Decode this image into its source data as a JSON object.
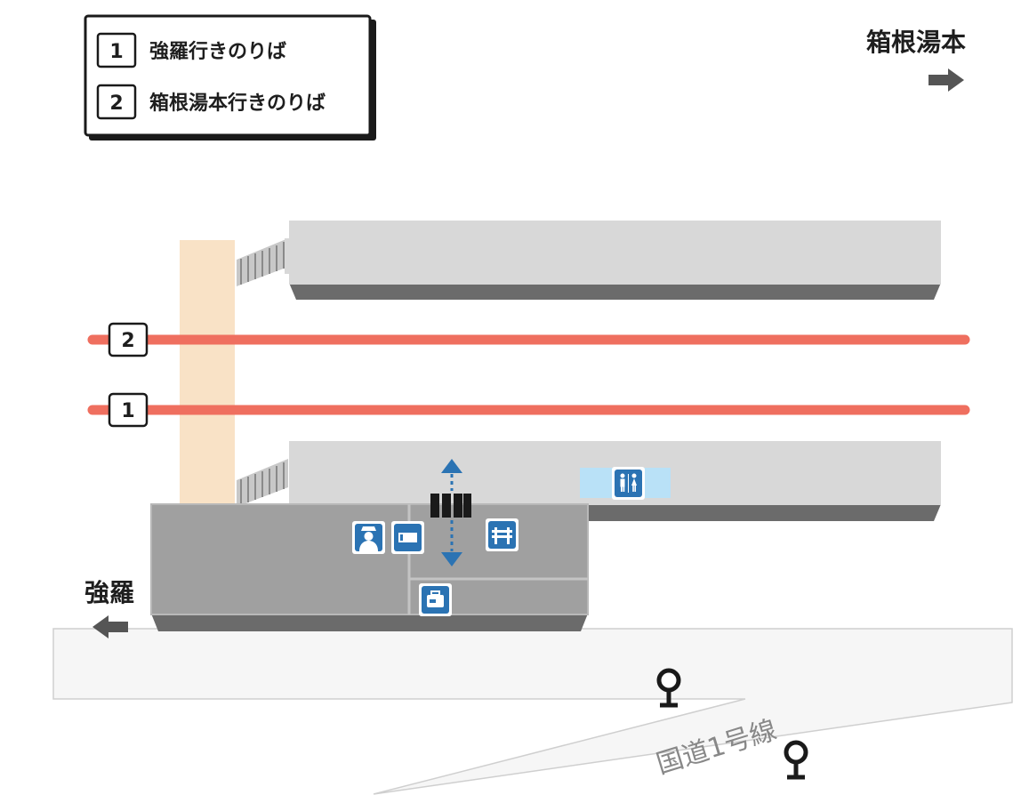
{
  "legend": {
    "items": [
      {
        "num": "1",
        "label": "強羅行きのりば"
      },
      {
        "num": "2",
        "label": "箱根湯本行きのりば"
      }
    ]
  },
  "directions": {
    "east": {
      "label": "箱根湯本"
    },
    "west": {
      "label": "強羅"
    }
  },
  "tracks": [
    {
      "num": "2"
    },
    {
      "num": "1"
    }
  ],
  "road": {
    "label": "国道1号線"
  },
  "icons": [
    "staff-icon",
    "ticket-icon",
    "bench-icon",
    "restroom-icon",
    "locker-icon",
    "crossing-up-arrow-icon",
    "crossing-down-arrow-icon",
    "bus-stop-icon"
  ],
  "colors": {
    "track": "#ef6f5f",
    "crosswalk": "#f9e2c6",
    "platform_top": "#d8d8d8",
    "platform_edge": "#6b6b6b",
    "station_building": "#a0a0a0",
    "road": "#f6f6f6",
    "facility_icon": "#2b73b3",
    "restroom_highlight": "#b9e1f7",
    "arrow": "#555555"
  }
}
